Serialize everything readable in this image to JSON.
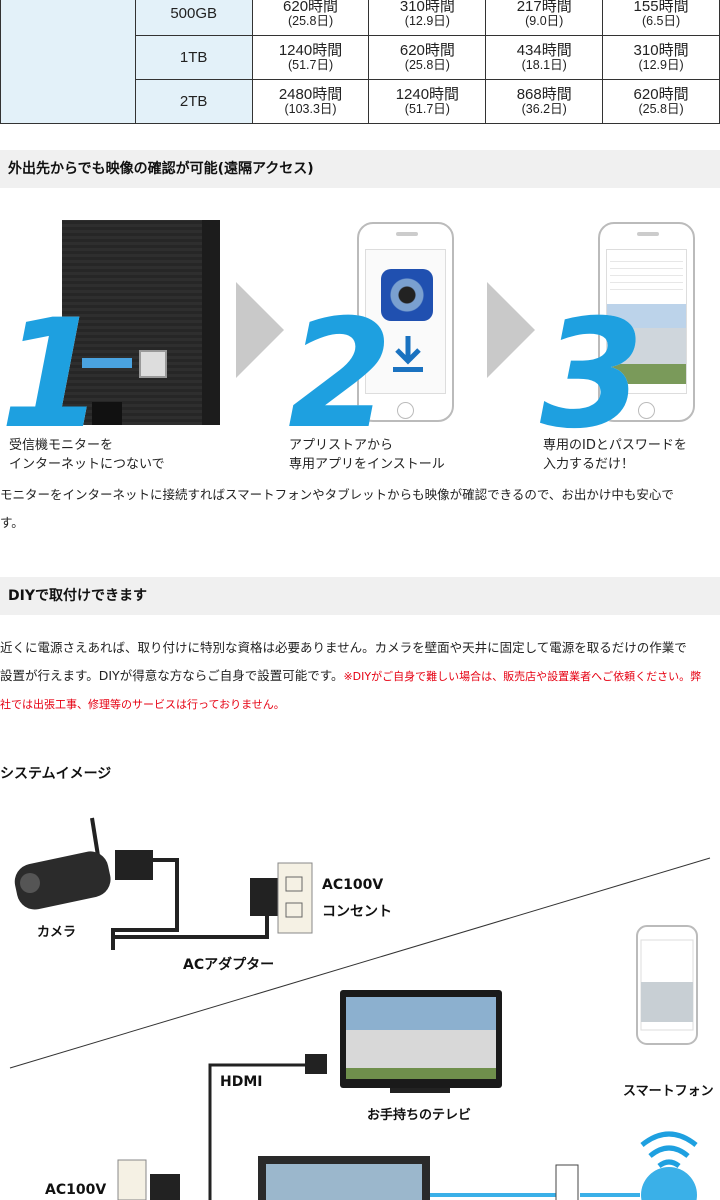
{
  "table": {
    "rows": [
      {
        "capacity": "500GB",
        "cells": [
          {
            "h": "620時間",
            "d": "(25.8日)"
          },
          {
            "h": "310時間",
            "d": "(12.9日)"
          },
          {
            "h": "217時間",
            "d": "(9.0日)"
          },
          {
            "h": "155時間",
            "d": "(6.5日)"
          }
        ]
      },
      {
        "capacity": "1TB",
        "cells": [
          {
            "h": "1240時間",
            "d": "(51.7日)"
          },
          {
            "h": "620時間",
            "d": "(25.8日)"
          },
          {
            "h": "434時間",
            "d": "(18.1日)"
          },
          {
            "h": "310時間",
            "d": "(12.9日)"
          }
        ]
      },
      {
        "capacity": "2TB",
        "cells": [
          {
            "h": "2480時間",
            "d": "(103.3日)"
          },
          {
            "h": "1240時間",
            "d": "(51.7日)"
          },
          {
            "h": "868時間",
            "d": "(36.2日)"
          },
          {
            "h": "620時間",
            "d": "(25.8日)"
          }
        ]
      }
    ]
  },
  "remote": {
    "heading": "外出先からでも映像の確認が可能(遠隔アクセス)",
    "steps": [
      {
        "num": "1",
        "line1": "受信機モニターを",
        "line2": "インターネットにつないで"
      },
      {
        "num": "2",
        "line1": "アプリストアから",
        "line2": "専用アプリをインストール"
      },
      {
        "num": "3",
        "line1": "専用のIDとパスワードを",
        "line2": "入力するだけ！"
      }
    ],
    "desc_line1": "モニターをインターネットに接続すればスマートフォンやタブレットからも映像が確認できるので、お出かけ中も安心で",
    "desc_line2": "す。"
  },
  "diy": {
    "heading": "DIYで取付けできます",
    "line1": "近くに電源さえあれば、取り付けに特別な資格は必要ありません。カメラを壁面や天井に固定して電源を取るだけの作業で",
    "line2a": "設置が行えます。DIYが得意な方ならご自身で設置可能です。",
    "line2b": "※DIYがご自身で難しい場合は、販売店や設置業者へご依頼ください。弊",
    "line3": "社では出張工事、修理等のサービスは行っておりません。"
  },
  "system": {
    "heading": "システムイメージ",
    "labels": {
      "camera": "カメラ",
      "ac100v_1": "AC100V",
      "outlet": "コンセント",
      "adapter": "ACアダプター",
      "hdmi": "HDMI",
      "tv": "お手持ちのテレビ",
      "smartphone": "スマートフォン",
      "ac100v_2": "AC100V"
    }
  },
  "colors": {
    "accent": "#1ea0e0",
    "table_bg": "#e3f1f9",
    "section_bg": "#f0f0f0",
    "warning": "#e60012"
  }
}
